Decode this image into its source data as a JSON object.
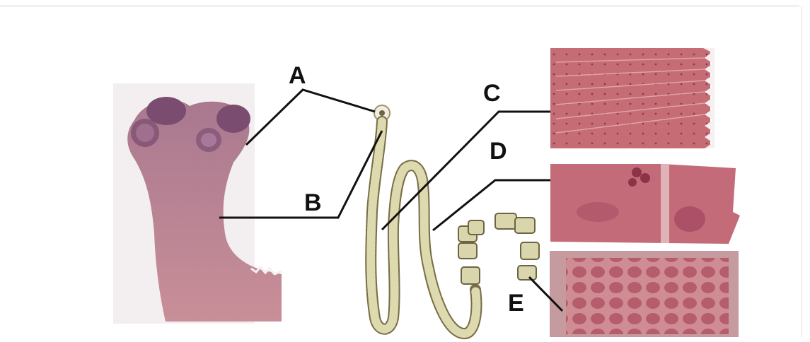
{
  "labels": {
    "a": "A",
    "b": "B",
    "c": "C",
    "d": "D",
    "e": "E"
  },
  "colors": {
    "scolex_fill": "#9a6a8e",
    "scolex_dark": "#6f4a6d",
    "body_pink": "#c07a86",
    "strobila_fill": "#d7d3a6",
    "strobila_edge": "#7a6e47",
    "slide_immature": "#c26870",
    "slide_mature": "#b0606e",
    "slide_gravid": "#b8868a",
    "leader_line": "#111111"
  },
  "icons": [
    "scolex-micrograph",
    "whole-tapeworm-drawing",
    "immature-proglottid-micrograph",
    "mature-proglottid-micrograph",
    "gravid-proglottid-micrograph"
  ]
}
